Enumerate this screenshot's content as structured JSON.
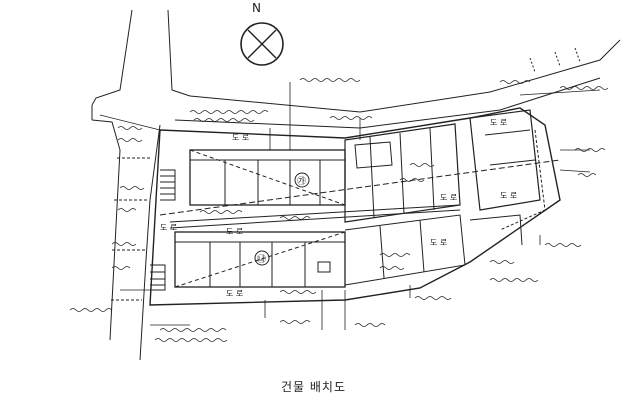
{
  "caption": "건물 배치도",
  "north_label": "N",
  "unit_labels": [
    "㉮",
    "㉯"
  ],
  "room_labels": [
    "도 로",
    "도 로",
    "도 로",
    "도 로",
    "도 로",
    "도 로",
    "도 로",
    "도 로"
  ],
  "colors": {
    "ink": "#222222",
    "paper": "#ffffff"
  }
}
